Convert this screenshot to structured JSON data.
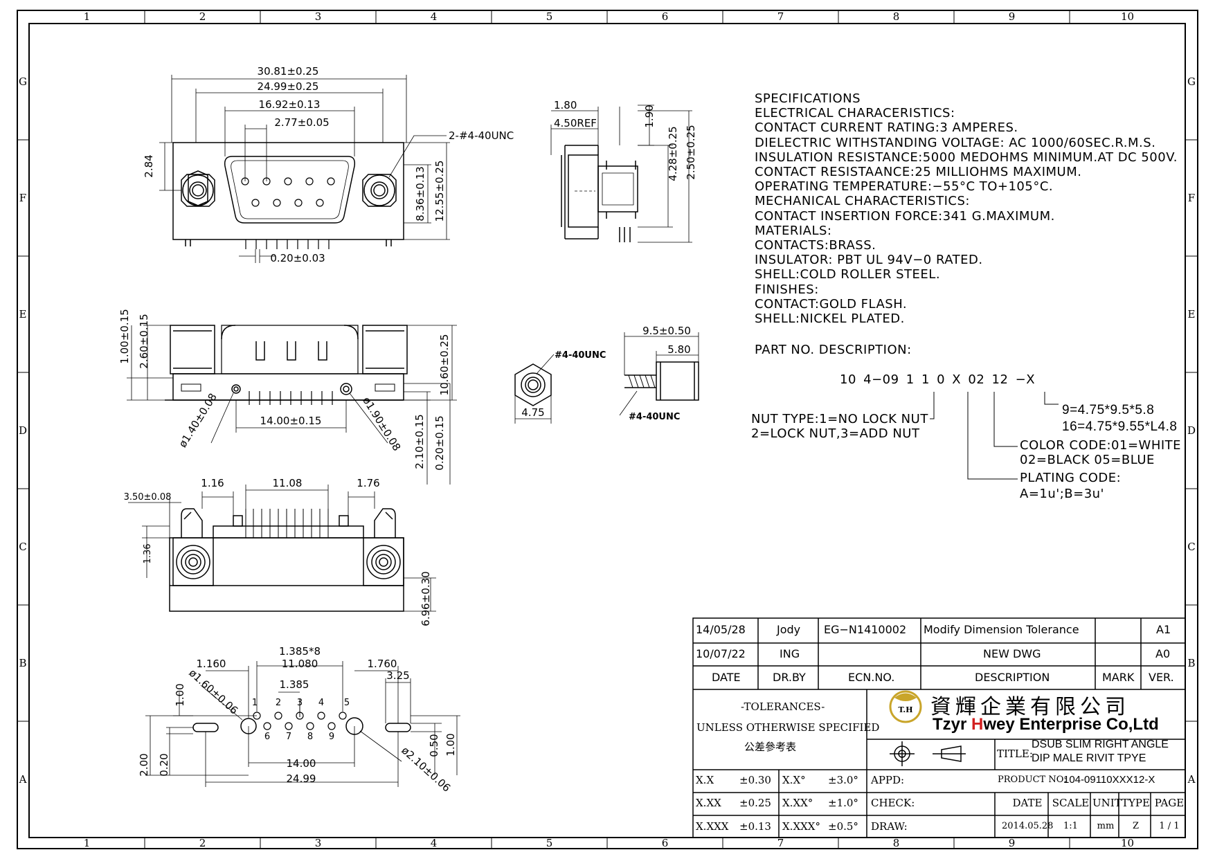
{
  "frame": {
    "cols": [
      "1",
      "2",
      "3",
      "4",
      "5",
      "6",
      "7",
      "8",
      "9",
      "10"
    ],
    "rows": [
      "G",
      "F",
      "E",
      "D",
      "C",
      "B",
      "A"
    ]
  },
  "front_view": {
    "dims": [
      "30.81±0.25",
      "24.99±0.25",
      "16.92±0.13",
      "2.77±0.05",
      "2-#4-40UNC",
      "2.84",
      "8.36±0.13",
      "12.55±0.25",
      "0.20±0.03"
    ]
  },
  "side_view": {
    "dims": [
      "1.80",
      "4.50REF",
      "1.90",
      "4.28±0.25",
      "2.50±0.25"
    ]
  },
  "bottom_view": {
    "dims": [
      "1.00±0.15",
      "2.60±0.15",
      "10.60±0.25",
      "14.00±0.15",
      "ø1.40±0.08",
      "ø1.90±0.08",
      "2.10±0.15",
      "0.20±0.15"
    ]
  },
  "nut_view": {
    "dims": [
      "#4-40UNC",
      "4.75"
    ]
  },
  "screw_view": {
    "dims": [
      "9.5±0.50",
      "5.80",
      "#4-40UNC"
    ]
  },
  "top_view": {
    "dims": [
      "1.16",
      "11.08",
      "1.76",
      "3.50±0.08",
      "1.36",
      "6.96±0.30"
    ]
  },
  "pcb_layout": {
    "dims": [
      "1.385*8",
      "1.160",
      "11.080",
      "1.760",
      "1.385",
      "3.25",
      "ø1.60±0.06",
      "1.00",
      "14.00",
      "24.99",
      "2.00",
      "0.20",
      "0.50",
      "1.00",
      "ø2.10±0.06"
    ],
    "pins": [
      "1",
      "2",
      "3",
      "4",
      "5",
      "6",
      "7",
      "8",
      "9"
    ]
  },
  "specs": {
    "lines": [
      "SPECIFICATIONS",
      "ELECTRICAL CHARACERISTICS:",
      "CONTACT CURRENT RATING:3 AMPERES.",
      "DIELECTRIC WITHSTANDING VOLTAGE: AC 1000/60SEC.R.M.S.",
      "INSULATION RESISTANCE:5000 MEDOHMS MINIMUM.AT DC 500V.",
      "CONTACT RESISTAANCE:25 MILLIOHMS MAXIMUM.",
      "OPERATING TEMPERATURE:−55°C TO+105°C.",
      "MECHANICAL CHARACTERISTICS:",
      "CONTACT INSERTION FORCE:341 G.MAXIMUM.",
      "MATERIALS:",
      "CONTACTS:BRASS.",
      "INSULATOR: PBT UL 94V−0 RATED.",
      "SHELL:COLD ROLLER STEEL.",
      "FINISHES:",
      "CONTACT:GOLD FLASH.",
      "SHELL:NICKEL PLATED."
    ],
    "part_title": "PART NO. DESCRIPTION:",
    "part_code": "10 4−09 1 1 0 X 02 12 −X",
    "nut_type_1": "NUT TYPE:1=NO LOCK NUT",
    "nut_type_2": "2=LOCK NUT,3=ADD NUT",
    "length_1": "9=4.75*9.5*5.8",
    "length_2": "16=4.75*9.55*L4.8",
    "color_1": "COLOR CODE:01=WHITE",
    "color_2": "02=BLACK 05=BLUE",
    "plating_1": "PLATING CODE:",
    "plating_2": "A=1u';B=3u'"
  },
  "revisions": {
    "rows": [
      {
        "date": "14/05/28",
        "by": "Jody",
        "ecn": "EG−N1410002",
        "desc": "Modify Dimension Tolerance",
        "mark": "",
        "ver": "A1"
      },
      {
        "date": "10/07/22",
        "by": "ING",
        "ecn": "",
        "desc": "NEW DWG",
        "mark": "",
        "ver": "A0"
      }
    ],
    "header": {
      "date": "DATE",
      "by": "DR.BY",
      "ecn": "ECN.NO.",
      "desc": "DESCRIPTION",
      "mark": "MARK",
      "ver": "VER."
    }
  },
  "title_block": {
    "tol_title": "-TOLERANCES-",
    "tol_sub": "UNLESS OTHERWISE SPECIFIED",
    "tol_cn": "公差參考表",
    "logo_mark": "T.H",
    "company_cn": "資輝企業有限公司",
    "company_en_1": "Tzyr ",
    "company_en_h": "H",
    "company_en_2": "wey Enterprise Co,Ltd",
    "title_label": "TITLE:",
    "title_1": "DSUB SLIM RIGHT ANGLE",
    "title_2": "DIP MALE RIVIT TPYE",
    "tolerances": [
      {
        "a": "X.X",
        "b": "±0.30",
        "c": "X.X°",
        "d": "±3.0°"
      },
      {
        "a": "X.XX",
        "b": "±0.25",
        "c": "X.XX°",
        "d": "±1.0°"
      },
      {
        "a": "X.XXX",
        "b": "±0.13",
        "c": "X.XXX°",
        "d": "±0.5°"
      }
    ],
    "appd": "APPD:",
    "check": "CHECK:",
    "draw": "DRAW:",
    "product_label": "PRODUCT NO:",
    "product_no": "104-09110XXX12-X",
    "cols": [
      "DATE",
      "SCALE",
      "UNIT",
      "TYPE",
      "PAGE"
    ],
    "vals": [
      "2014.05.28",
      "1:1",
      "mm",
      "Z",
      "1 / 1"
    ],
    "brand_color": "#c9a52a",
    "accent_color": "#d22020"
  }
}
